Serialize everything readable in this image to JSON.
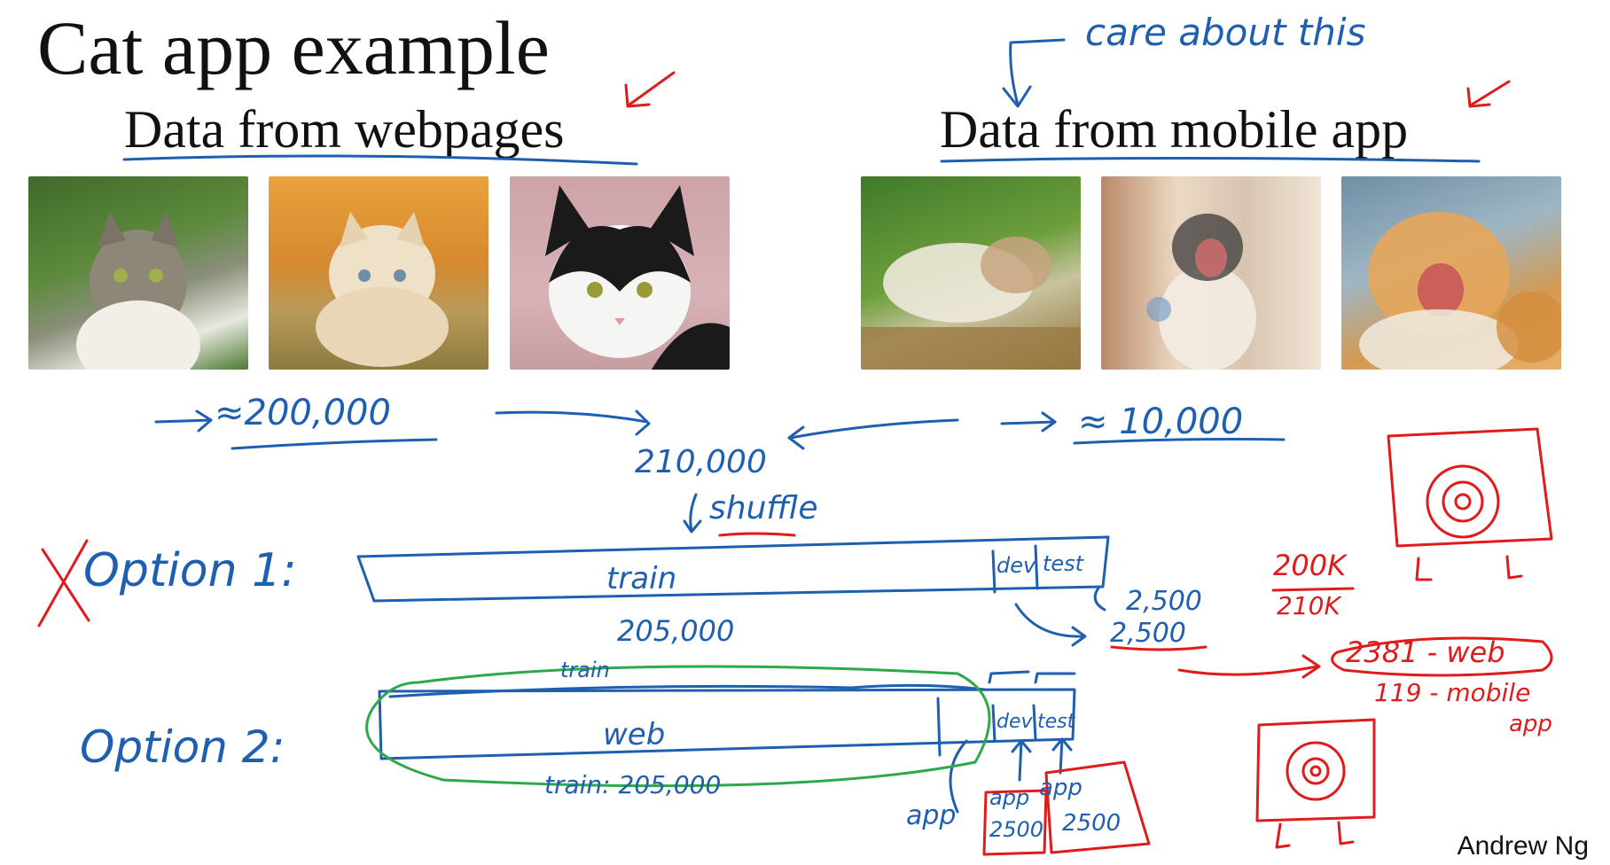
{
  "slide": {
    "title": "Cat app example",
    "footer": "Andrew Ng"
  },
  "sections": {
    "web": {
      "heading": "Data from webpages",
      "count": "≈200,000"
    },
    "mobile": {
      "heading": "Data from mobile app",
      "count": "≈ 10,000"
    }
  },
  "annotations": {
    "care": "care about this",
    "total": "210,000",
    "shuffle": "shuffle",
    "option1": {
      "label": "Option 1:",
      "train": "train",
      "dev": "dev",
      "test": "test",
      "train_size": "205,000",
      "dev_size": "2,500",
      "test_size": "2,500",
      "ratio_top": "200K",
      "ratio_bottom": "210K",
      "web_count": "2381 - web",
      "mobile_count": "119 - mobile",
      "mobile_count_suffix": "app"
    },
    "option2": {
      "label": "Option 2:",
      "train_word": "train",
      "web": "web",
      "dev": "dev",
      "test": "test",
      "train_size": "train: 205,000",
      "app": "app",
      "dev_app": "app",
      "dev_app_size": "2500",
      "test_app": "app",
      "test_app_size": "2500"
    }
  },
  "colors": {
    "ink_blue": "#1f5fb0",
    "ink_red": "#e01b1b",
    "ink_green": "#2ea84a"
  }
}
